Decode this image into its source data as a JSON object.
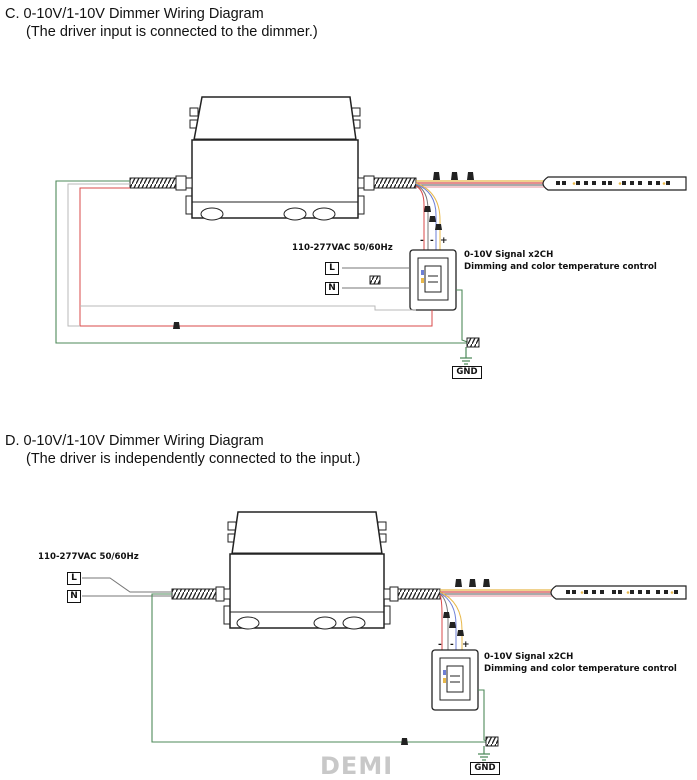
{
  "section_c": {
    "title": "C. 0-10V/1-10V Dimmer Wiring Diagram",
    "subtitle": "(The driver input is connected to the dimmer.)",
    "input_label": "110-277VAC 50/60Hz",
    "signal_label": "0-10V Signal x2CH",
    "signal_desc": "Dimming and color temperature control",
    "terminal_l": "L",
    "terminal_n": "N",
    "gnd_label": "GND",
    "minus_label": "-",
    "plus_label": "+"
  },
  "section_d": {
    "title": "D. 0-10V/1-10V Dimmer Wiring Diagram",
    "subtitle": "(The driver is independently connected to the input.)",
    "input_label": "110-277VAC 50/60Hz",
    "signal_label": "0-10V Signal x2CH",
    "signal_desc": "Dimming and color temperature control",
    "terminal_l": "L",
    "terminal_n": "N",
    "gnd_label": "GND",
    "minus_label": "-",
    "plus_label": "+"
  },
  "watermark": "DEMI",
  "colors": {
    "wire_dark": "#3a3a3a",
    "wire_green": "#4e8a5a",
    "wire_grey": "#b9b9b9",
    "wire_red": "#d84a4a",
    "wire_yellow": "#e8b84a",
    "wire_blue": "#6d7fd6",
    "wire_pink": "#e9a6b0"
  }
}
